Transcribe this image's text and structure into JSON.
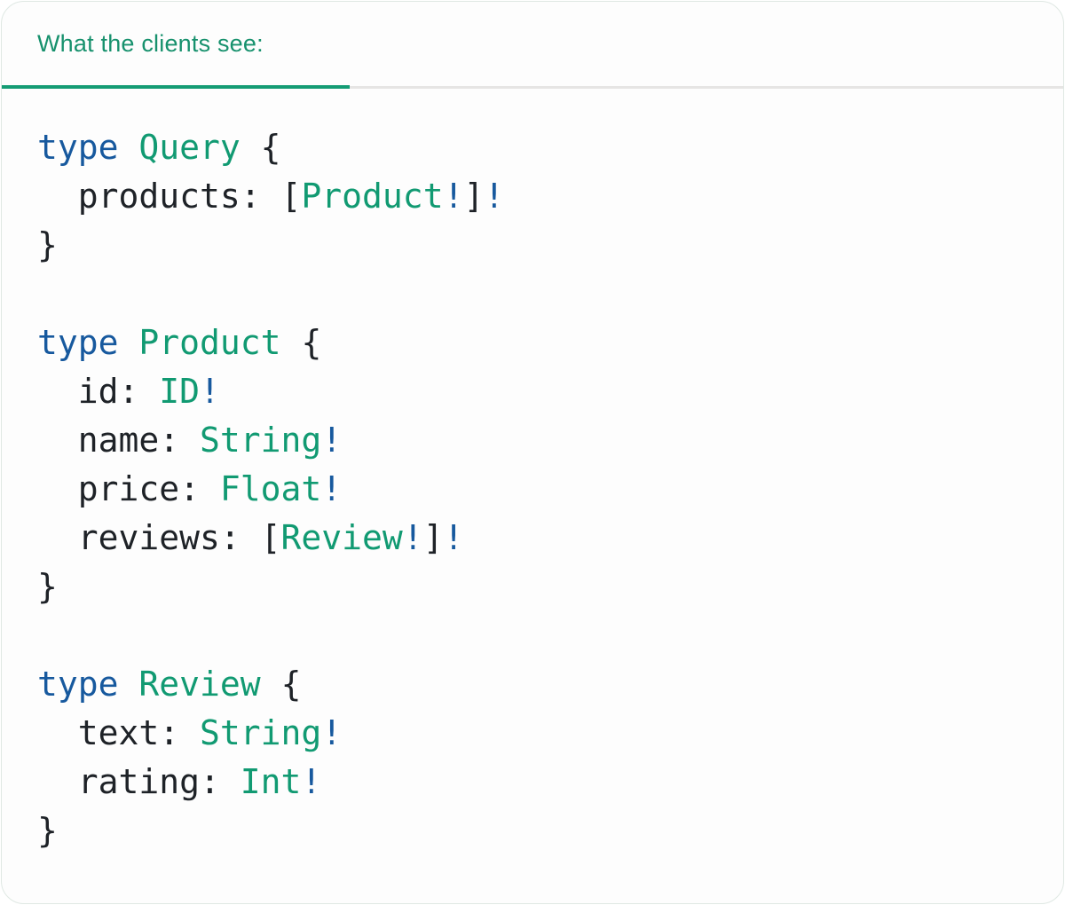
{
  "colors": {
    "panel_background": "#fdfdfd",
    "panel_border": "#dfe8e3",
    "tab_text": "#17916d",
    "tab_underline_active": "#149c74",
    "tab_underline_inactive": "#e6e5e4",
    "code_plain": "#1e2227",
    "code_keyword": "#17599e",
    "code_type_name": "#119a72",
    "code_bang": "#17599e"
  },
  "tab": {
    "label": "What the clients see:"
  },
  "code": {
    "language": "graphql",
    "lines": [
      [
        [
          "type",
          "kw"
        ],
        [
          " ",
          "pl"
        ],
        [
          "Query",
          "ty"
        ],
        [
          " {",
          "pl"
        ]
      ],
      [
        [
          "  products: [",
          "pl"
        ],
        [
          "Product",
          "ty"
        ],
        [
          "!",
          "bg"
        ],
        [
          "]",
          "pl"
        ],
        [
          "!",
          "bg"
        ]
      ],
      [
        [
          "}",
          "pl"
        ]
      ],
      [],
      [
        [
          "type",
          "kw"
        ],
        [
          " ",
          "pl"
        ],
        [
          "Product",
          "ty"
        ],
        [
          " {",
          "pl"
        ]
      ],
      [
        [
          "  id: ",
          "pl"
        ],
        [
          "ID",
          "ty"
        ],
        [
          "!",
          "bg"
        ]
      ],
      [
        [
          "  name: ",
          "pl"
        ],
        [
          "String",
          "ty"
        ],
        [
          "!",
          "bg"
        ]
      ],
      [
        [
          "  price: ",
          "pl"
        ],
        [
          "Float",
          "ty"
        ],
        [
          "!",
          "bg"
        ]
      ],
      [
        [
          "  reviews: [",
          "pl"
        ],
        [
          "Review",
          "ty"
        ],
        [
          "!",
          "bg"
        ],
        [
          "]",
          "pl"
        ],
        [
          "!",
          "bg"
        ]
      ],
      [
        [
          "}",
          "pl"
        ]
      ],
      [],
      [
        [
          "type",
          "kw"
        ],
        [
          " ",
          "pl"
        ],
        [
          "Review",
          "ty"
        ],
        [
          " {",
          "pl"
        ]
      ],
      [
        [
          "  text: ",
          "pl"
        ],
        [
          "String",
          "ty"
        ],
        [
          "!",
          "bg"
        ]
      ],
      [
        [
          "  rating: ",
          "pl"
        ],
        [
          "Int",
          "ty"
        ],
        [
          "!",
          "bg"
        ]
      ],
      [
        [
          "}",
          "pl"
        ]
      ]
    ]
  }
}
